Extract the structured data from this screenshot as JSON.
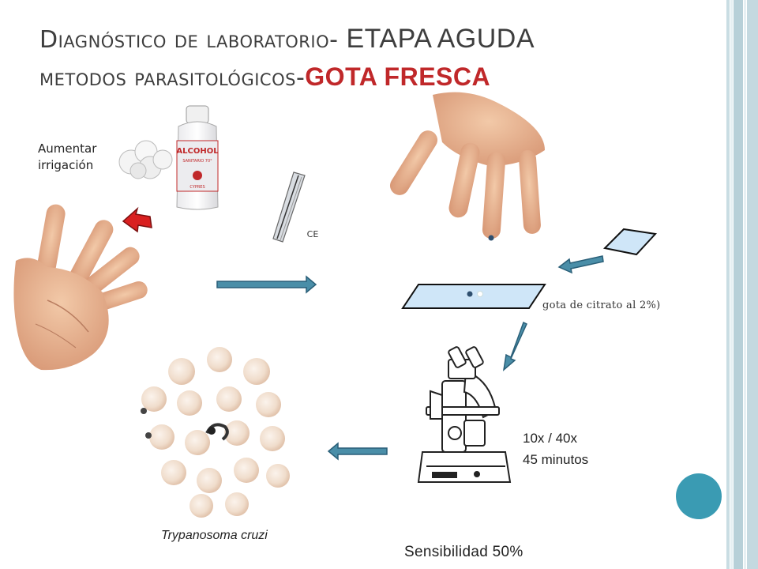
{
  "title": {
    "line1_smallcaps": "Diagnóstico de laboratorio",
    "line1_dash": "- ",
    "line1_big": "ETAPA AGUDA",
    "line2_smallcaps": "metodos parasitológicos",
    "line2_dash": "-",
    "line2_red": "GOTA FRESCA"
  },
  "labels": {
    "aumentar": "Aumentar irrigación",
    "citrato": "gota de citrato al 2%)",
    "magnification": "10x / 40x",
    "time": "45 minutos",
    "organism": "Trypanosoma cruzi",
    "sensitivity": "Sensibilidad 50%"
  },
  "alcohol_bottle": {
    "label": "ALCOHOL",
    "sublabel": "SANITARIO 70°",
    "brand": "CYPRES"
  },
  "lancet": {
    "mark": "CE"
  },
  "colors": {
    "accent": "#3a9bb3",
    "arrow_fill": "#4a8ea8",
    "arrow_stroke": "#2a5f78",
    "title_red": "#c0282a",
    "slide_glass": "#cfe6f8"
  },
  "icons": [
    "hand-icon",
    "cotton-icon",
    "alcohol-bottle-icon",
    "lancet-icon",
    "glass-slide-icon",
    "microscope-icon",
    "blood-smear-icon",
    "arrow-icon"
  ]
}
